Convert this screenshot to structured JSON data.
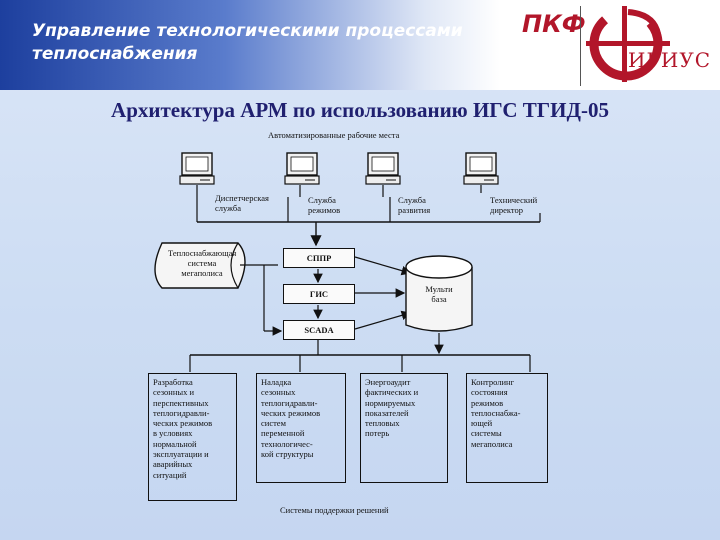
{
  "header": {
    "title_line1": "Управление технологическими процессами",
    "title_line2": "теплоснабжения",
    "company_abbr": "ПКФ",
    "logo_text": "ИРИУС"
  },
  "page_title": "Архитектура АРМ по использованию ИГС ТГИД-05",
  "diagram": {
    "top_label": "Автоматизированные рабочие места",
    "workstations": [
      {
        "line1": "Диспетчерская",
        "line2": "служба"
      },
      {
        "line1": "Служба",
        "line2": "режимов"
      },
      {
        "line1": "Служба",
        "line2": "развития"
      },
      {
        "line1": "Технический",
        "line2": "директор"
      }
    ],
    "network_label": {
      "line1": "Теплоснабжающая",
      "line2": "система",
      "line3": "мегаполиса"
    },
    "modules": [
      "СППР",
      "ГИС",
      "SCADA"
    ],
    "database": {
      "line1": "Мульти",
      "line2": "база"
    },
    "bottom_boxes": [
      [
        "Разработка",
        "сезонных и",
        "перспективных",
        "теплогидравли-",
        "ческих режимов",
        "в условиях",
        "нормальной",
        "эксплуатации и",
        "аварийных",
        "ситуаций"
      ],
      [
        "Наладка",
        "сезонных",
        "теплогидравли-",
        "ческих режимов",
        "систем",
        "переменной",
        "технологичес-",
        "кой структуры"
      ],
      [
        "Энергоаудит",
        "фактических и",
        "нормируемых",
        "показателей",
        "тепловых",
        "потерь"
      ],
      [
        "Контролинг",
        "состояния",
        "режимов",
        "теплоснабжа-",
        "ющей",
        "системы",
        "мегаполиса"
      ]
    ],
    "bottom_label": "Системы поддержки решений"
  }
}
